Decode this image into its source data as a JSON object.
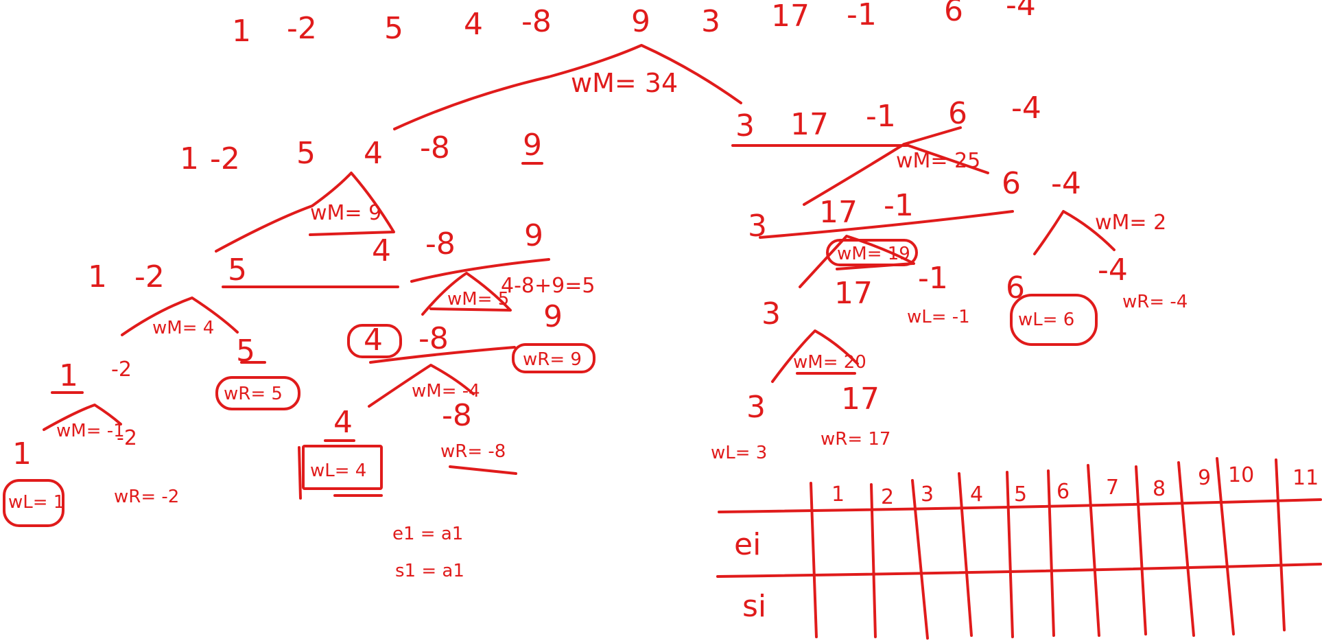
{
  "ink_color": "#e01b1b",
  "background": "#ffffff",
  "top_array": [
    "1",
    "-2",
    "5",
    "4",
    "-8",
    "9",
    "3",
    "17",
    "-1",
    "6",
    "-4"
  ],
  "left_half": {
    "array": [
      "1",
      "-2",
      "5",
      "4",
      "-8",
      "9"
    ],
    "wm": "wM= 9",
    "left": {
      "array": [
        "1",
        "-2",
        "5"
      ],
      "wm": "wM= 4",
      "pair": [
        "1",
        "-2"
      ],
      "pair_wm": "wM= -1",
      "leaf_l": "1",
      "leaf_l_w": "wL= 1",
      "leaf_r": "-2",
      "leaf_r_w": "wR= -2",
      "single": "5",
      "single_w": "wR= 5"
    },
    "right": {
      "array": [
        "4",
        "-8",
        "9"
      ],
      "wm": "wM= 5",
      "calc": "4-8+9=5",
      "pair": [
        "4",
        "-8"
      ],
      "pair_wm": "wM= -4",
      "leaf_l": "4",
      "leaf_l_w": "wL= 4",
      "leaf_r": "-8",
      "leaf_r_w": "wR= -8",
      "single": "9",
      "single_w": "wR= 9"
    }
  },
  "right_half": {
    "array": [
      "3",
      "17",
      "-1",
      "6",
      "-4"
    ],
    "wm": "wM= 25",
    "left": {
      "array": [
        "3",
        "17",
        "-1"
      ],
      "wm": "wM= 19",
      "pair": [
        "3",
        "17"
      ],
      "pair_wm": "wM= 20",
      "leaf_l": "3",
      "leaf_l_w": "wL= 3",
      "leaf_r": "17",
      "leaf_r_w": "wR= 17",
      "single": "-1",
      "single_w": "wL= -1"
    },
    "right": {
      "array": [
        "6",
        "-4"
      ],
      "wm": "wM= 2",
      "leaf_l": "6",
      "leaf_l_w": "wL= 6",
      "leaf_r": "-4",
      "leaf_r_w": "wR= -4"
    }
  },
  "root_wm": "wM= 34",
  "notes": [
    "e1 = a1",
    "s1 = a1"
  ],
  "table": {
    "columns": [
      "1",
      "2",
      "3",
      "4",
      "5",
      "6",
      "7",
      "8",
      "9",
      "10",
      "11"
    ],
    "rows": [
      "ei",
      "si"
    ]
  }
}
